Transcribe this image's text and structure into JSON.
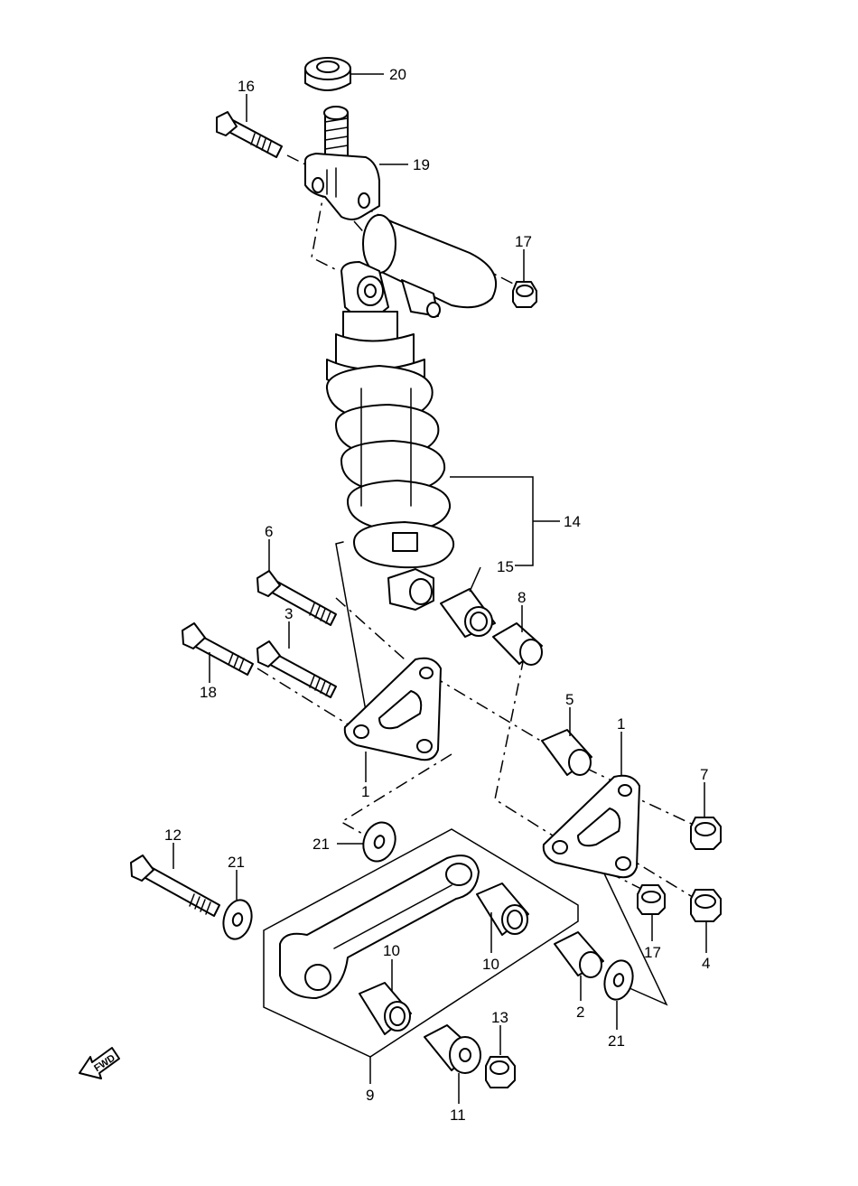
{
  "diagram": {
    "labels": [
      {
        "id": "p20",
        "text": "20"
      },
      {
        "id": "p16",
        "text": "16"
      },
      {
        "id": "p19",
        "text": "19"
      },
      {
        "id": "p17a",
        "text": "17"
      },
      {
        "id": "p14",
        "text": "14"
      },
      {
        "id": "p15",
        "text": "15"
      },
      {
        "id": "p6",
        "text": "6"
      },
      {
        "id": "p8",
        "text": "8"
      },
      {
        "id": "p3",
        "text": "3"
      },
      {
        "id": "p18",
        "text": "18"
      },
      {
        "id": "p5",
        "text": "5"
      },
      {
        "id": "p1a",
        "text": "1"
      },
      {
        "id": "p1b",
        "text": "1"
      },
      {
        "id": "p7",
        "text": "7"
      },
      {
        "id": "p21a",
        "text": "21"
      },
      {
        "id": "p12",
        "text": "12"
      },
      {
        "id": "p21b",
        "text": "21"
      },
      {
        "id": "p10a",
        "text": "10"
      },
      {
        "id": "p10b",
        "text": "10"
      },
      {
        "id": "p17b",
        "text": "17"
      },
      {
        "id": "p4",
        "text": "4"
      },
      {
        "id": "p2",
        "text": "2"
      },
      {
        "id": "p21c",
        "text": "21"
      },
      {
        "id": "p13",
        "text": "13"
      },
      {
        "id": "p9",
        "text": "9"
      },
      {
        "id": "p11",
        "text": "11"
      }
    ],
    "fwd_label": "FWD"
  }
}
